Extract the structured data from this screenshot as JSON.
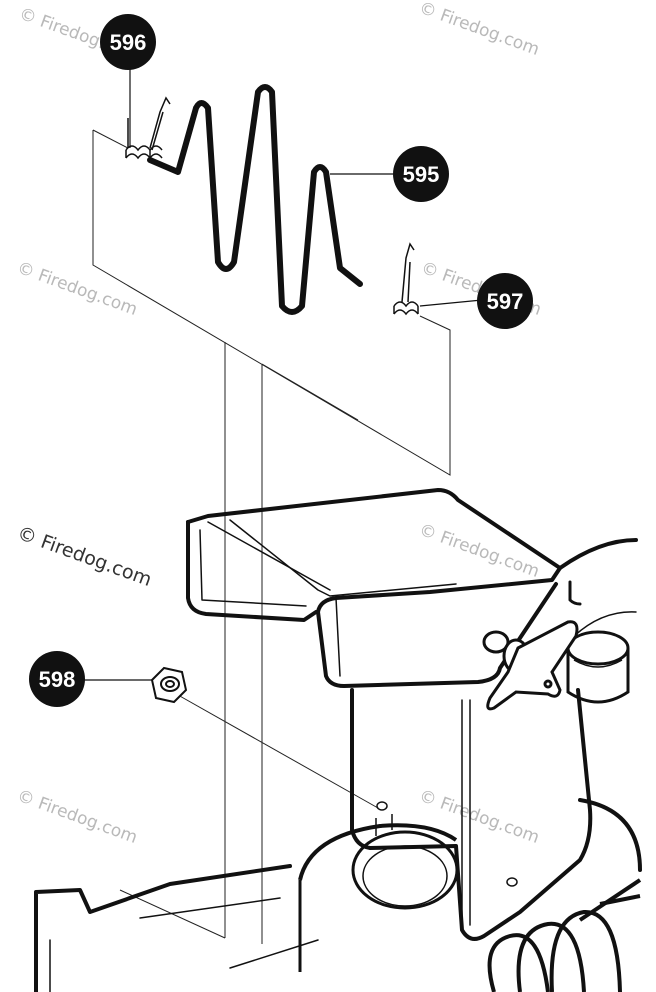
{
  "callouts": [
    {
      "label": "596"
    },
    {
      "label": "595"
    },
    {
      "label": "597"
    },
    {
      "label": "598"
    }
  ],
  "watermark": {
    "text": "© Firedog.com",
    "faint_text": "© Firedog.com"
  },
  "colors": {
    "callout_fill": "#111111",
    "callout_text": "#ffffff",
    "line": "#111111",
    "watermark_faint": "#b9b9b9"
  }
}
